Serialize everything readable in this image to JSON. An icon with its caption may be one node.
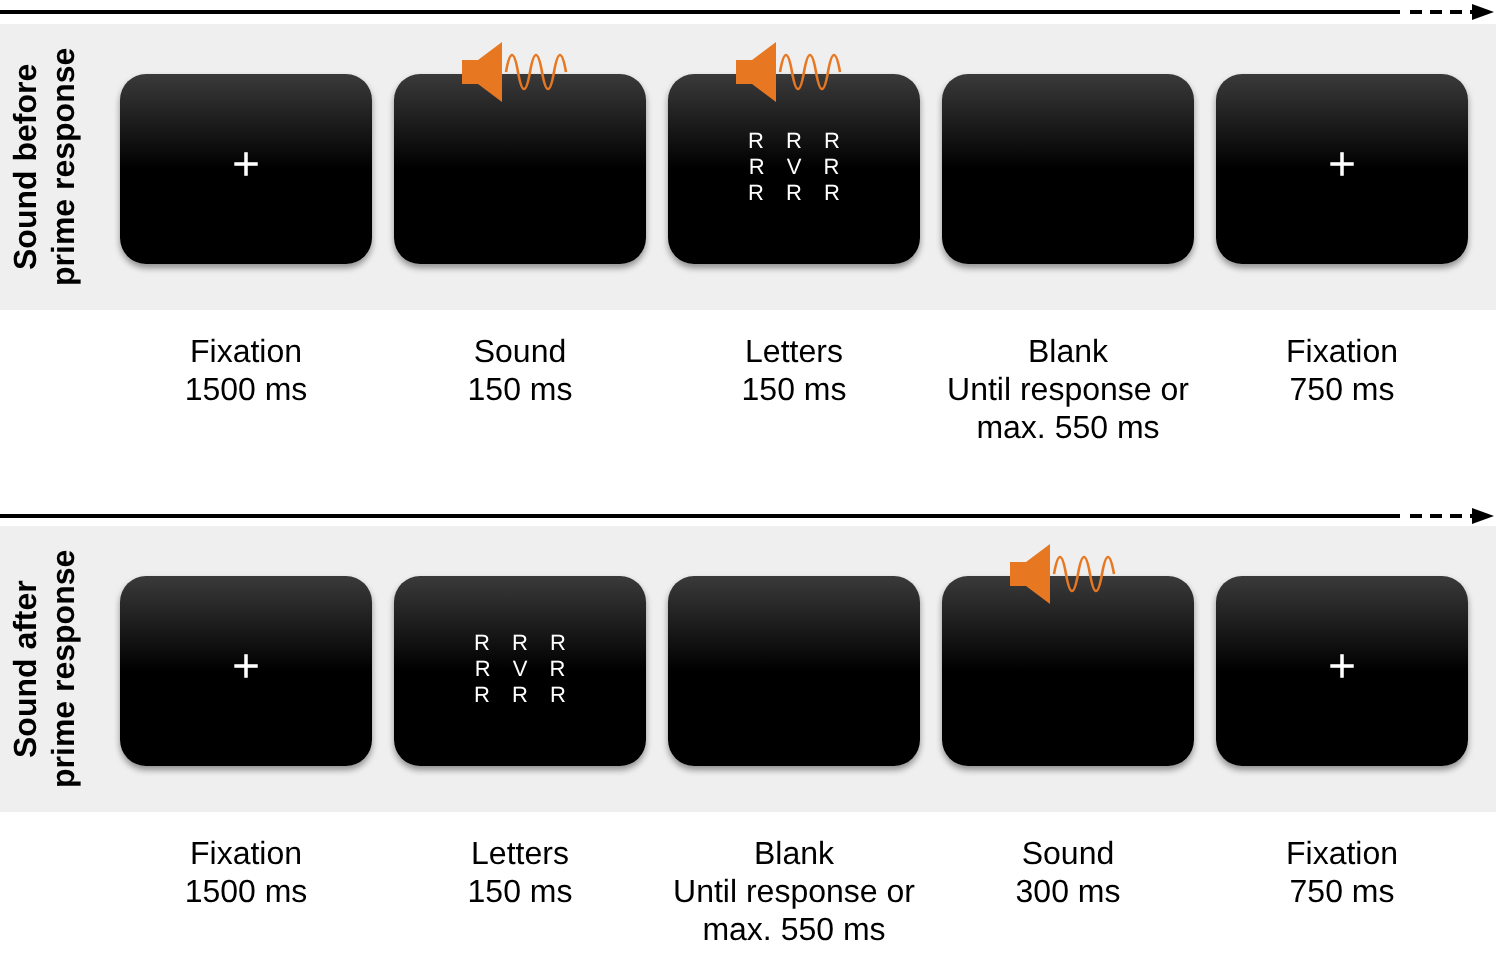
{
  "diagram": {
    "nodes": [
      {
        "text": [
          "Sound before prime response"
        ]
      },
      {
        "text": [
          "+"
        ],
        "in": 0,
        "beside": [
          "Fixation",
          "1500 ms"
        ]
      },
      {
        "text": [],
        "shape": "box",
        "in": 0,
        "beside": [
          "Sound",
          "150 ms"
        ]
      },
      {
        "text": [
          "R R R R V R R R R"
        ],
        "in": 0,
        "beside": [
          "Letters",
          "150 ms"
        ]
      },
      {
        "text": [],
        "shape": "box",
        "in": 0,
        "beside": [
          "Blank",
          "Until response or max. 550 ms"
        ]
      },
      {
        "text": [
          "+"
        ],
        "in": 0,
        "beside": [
          "Fixation",
          "750 ms"
        ]
      },
      {
        "text": [
          "Sound after prime response"
        ]
      },
      {
        "text": [
          "+"
        ],
        "in": 6,
        "beside": [
          "Fixation",
          "1500 ms"
        ]
      },
      {
        "text": [
          "R R R R V R R R R"
        ],
        "in": 6,
        "beside": [
          "Letters",
          "150 ms"
        ]
      },
      {
        "text": [],
        "shape": "box",
        "in": 6,
        "beside": [
          "Blank",
          "Until response or max. 550 ms"
        ]
      },
      {
        "text": [],
        "shape": "box",
        "in": 6,
        "beside": [
          "Sound",
          "300 ms"
        ]
      },
      {
        "text": [
          "+"
        ],
        "in": 6,
        "beside": [
          "Fixation",
          "750 ms"
        ]
      }
    ],
    "edges": []
  }
}
